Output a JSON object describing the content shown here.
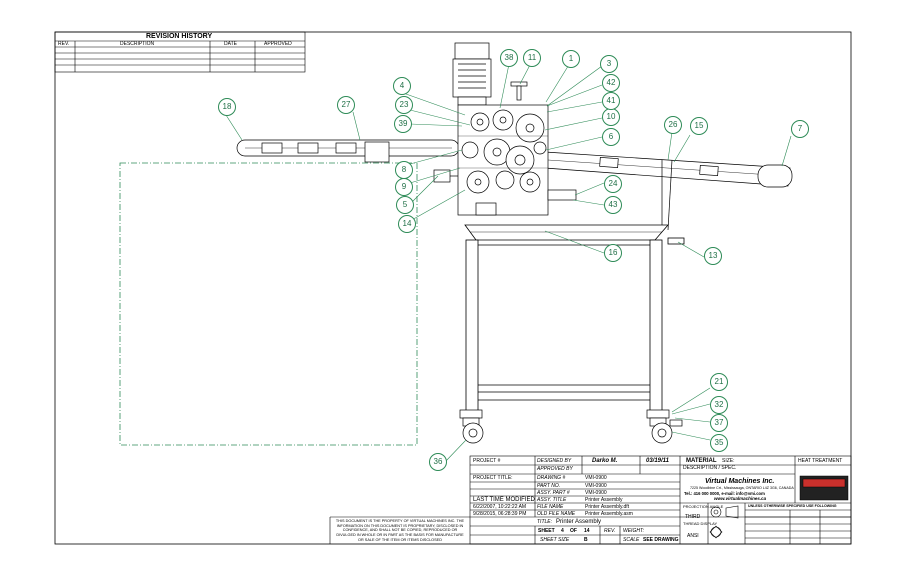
{
  "revision_history": {
    "title": "REVISION HISTORY",
    "columns": [
      "REV.",
      "DESCRIPTION",
      "DATE",
      "APPROVED"
    ]
  },
  "balloons": [
    "1",
    "3",
    "4",
    "5",
    "6",
    "7",
    "8",
    "9",
    "10",
    "11",
    "13",
    "14",
    "15",
    "16",
    "18",
    "21",
    "23",
    "24",
    "26",
    "27",
    "32",
    "35",
    "36",
    "37",
    "38",
    "39",
    "41",
    "42",
    "43"
  ],
  "title_block": {
    "project_label": "PROJECT #",
    "designed_by_label": "DESIGNED BY",
    "designed_by": "Darko M.",
    "design_date": "03/19/11",
    "approved_by_label": "APPROVED BY",
    "project_title_label": "PROJECT TITLE:",
    "drawing_no_label": "DRAWING #",
    "drawing_no": "VMI-0900",
    "part_no_label": "PART NO.",
    "part_no": "VMI-0900",
    "assy_part_label": "ASSY. PART #",
    "assy_part": "VMI-0900",
    "last_modified_label": "LAST TIME MODIFIED",
    "assy_title_label": "ASSY. TITLE",
    "assy_title": "Printer Assembly",
    "date1": "6/22/2007, 10:22:22 AM",
    "file_name_label": "FILE NAME",
    "file_name": "Printer Assembly.dft",
    "date2": "9/28/2015, 06:28:39 PM",
    "old_file_label": "OLD FILE NAME",
    "old_file": "Printer Assembly.asm",
    "title_label": "TITLE:",
    "title": "Printer Assembly",
    "sheet_label": "SHEET",
    "sheet_no": "4",
    "sheet_of": "OF",
    "sheet_total": "14",
    "rev_label": "REV.",
    "sheet_size_label": "SHEET SIZE",
    "sheet_size": "B",
    "scale_label": "SCALE",
    "scale": "SEE DRAWING",
    "weight_label": "WEIGHT:",
    "material_label": "MATERIAL",
    "size_label": "SIZE:",
    "description_label": "DESCRIPTION / SPEC.",
    "heat_treatment_label": "HEAT TREATMENT",
    "company_name": "Virtual Machines Inc.",
    "company_address": "7225 Woodbine Crt., Mississauga, ONTARIO L4Z 3G6, CANADA",
    "company_phone": "Tel.: 416 000 0000, e-mail: info@vmi.com",
    "company_web": "www.virtualmachines.ca",
    "projection_label": "PROJECTION ANGLE",
    "projection_value": "THIRD",
    "thread_label": "THREAD DISPLAY",
    "thread_value": "ANSI",
    "tolerance_note": "UNLESS OTHERWISE SPECIFIED USE FOLLOWING",
    "proprietary_note": "THIS DOCUMENT IS THE PROPERTY OF VIRTUAL MACHINES INC. THE INFORMATION ON THIS DOCUMENT IS PROPRIETARY, DISCLOSED IN CONFIDENCE, AND SHALL NOT BE COPIED, REPRODUCED OR DIVULGED IN WHOLE OR IN PART AS THE BASIS FOR MANUFACTURE OR SALE OF THE ITEM OR ITEMS DISCLOSED"
  }
}
